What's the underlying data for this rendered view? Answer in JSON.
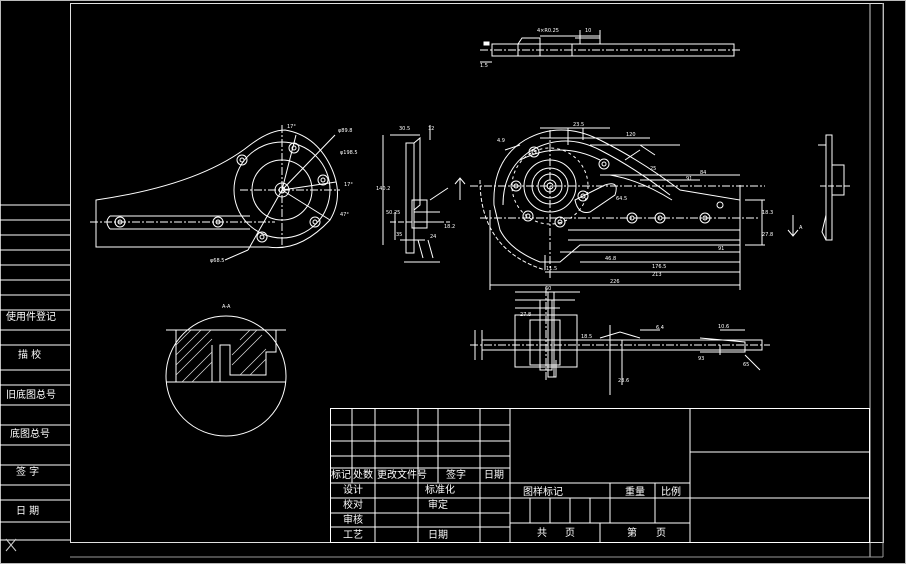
{
  "left_strip": {
    "items": [
      "使用件登记",
      "描 校",
      "旧底图总号",
      "底图总号",
      "签 字",
      "日 期"
    ]
  },
  "detail_label": "A-A",
  "title_block": {
    "revision_header": [
      "标记",
      "处数",
      "更改文件号",
      "签字",
      "日期"
    ],
    "roles_left": [
      "设计",
      "校对",
      "审核",
      "工艺"
    ],
    "roles_right": [
      "标准化",
      "审定",
      "日期"
    ],
    "marks": [
      "图样标记",
      "重量",
      "比例"
    ],
    "pages": [
      "共",
      "页",
      "第",
      "页"
    ]
  },
  "dimensions": {
    "top_view": [
      "4×R0.25",
      "10",
      "1.5"
    ],
    "left_view": [
      "17°",
      "17°",
      "47°",
      "φ89.8",
      "φ198.5",
      "φ68.5"
    ],
    "side_view": [
      "30.5",
      "140.2",
      "50.25",
      "12",
      "35",
      "24",
      "18.2"
    ],
    "main_view": [
      "23.5",
      "120",
      "4.9",
      "25",
      "64.5",
      "91",
      "84",
      "91",
      "176.5",
      "226",
      "213",
      "11.5",
      "18.3",
      "27.8",
      "46.8",
      "A"
    ],
    "bottom_view": [
      "10.6",
      "18.5",
      "60",
      "23.6",
      "27.8",
      "6.4",
      "93",
      "65"
    ]
  }
}
